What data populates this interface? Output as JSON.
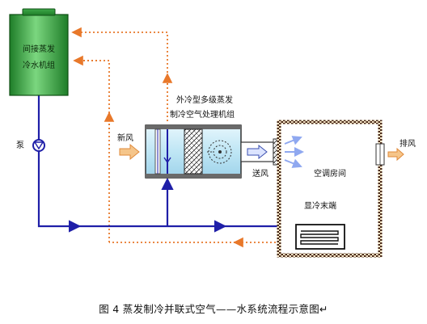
{
  "chiller": {
    "line1": "间接蒸发",
    "line2": "冷水机组"
  },
  "labels": {
    "pump": "泵",
    "fresh_air": "新风",
    "unit_line1": "外冷型多级蒸发",
    "unit_line2": "制冷空气处理机组",
    "supply_air": "送风",
    "ac_room": "空调房间",
    "terminal": "显冷末端",
    "exhaust_air": "排风"
  },
  "caption": "图 4   蒸发制冷并联式空气——水系统流程示意图↵",
  "colors": {
    "water_pipe": "#1f1fa8",
    "return_pipe": "#e8782a",
    "chiller_fill": "#2f9c3a",
    "unit_fill": "#bfe6f5",
    "room_border": "#4a2a1a",
    "fresh_arrow": "#f5c58a"
  }
}
